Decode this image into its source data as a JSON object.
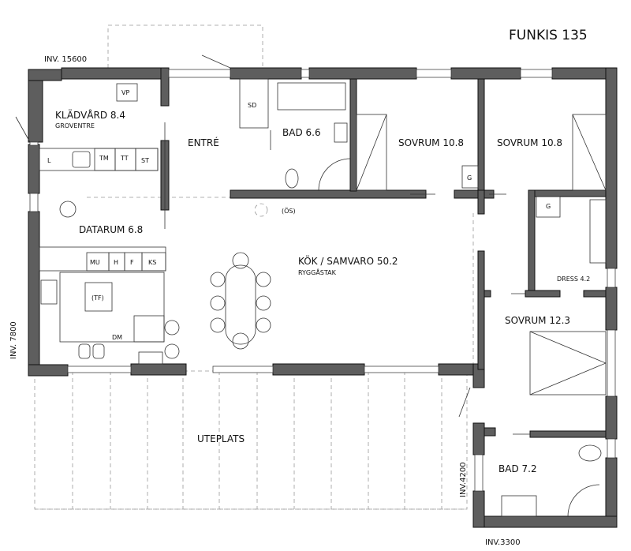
{
  "title": "FUNKIS 135",
  "rooms": {
    "kladvard": "KLÄDVÅRD 8.4",
    "groventre": "GROVENTRE",
    "entre": "ENTRÉ",
    "bad1": "BAD 6.6",
    "sovrum1": "SOVRUM 10.8",
    "sovrum2": "SOVRUM 10.8",
    "datarum": "DATARUM 6.8",
    "kok": "KÖK / SAMVARO 50.2",
    "ryggastak": "RYGGÅSTAK",
    "dress": "DRESS 4.2",
    "sovrum3": "SOVRUM 12.3",
    "uteplats": "UTEPLATS",
    "bad2": "BAD 7.2"
  },
  "fixtures": {
    "vp": "VP",
    "sd": "SD",
    "l": "L",
    "tm": "TM",
    "tt": "TT",
    "st": "ST",
    "mu": "MU",
    "h": "H",
    "f": "F",
    "ks": "KS",
    "tf": "(TF)",
    "dm": "DM",
    "os": "(ÖS)",
    "g1": "G",
    "g2": "G"
  },
  "dimensions": {
    "inv_top": "INV. 15600",
    "inv_left": "INV. 7800",
    "inv_right_low": "INV.4200",
    "inv_bottom": "INV.3300"
  }
}
